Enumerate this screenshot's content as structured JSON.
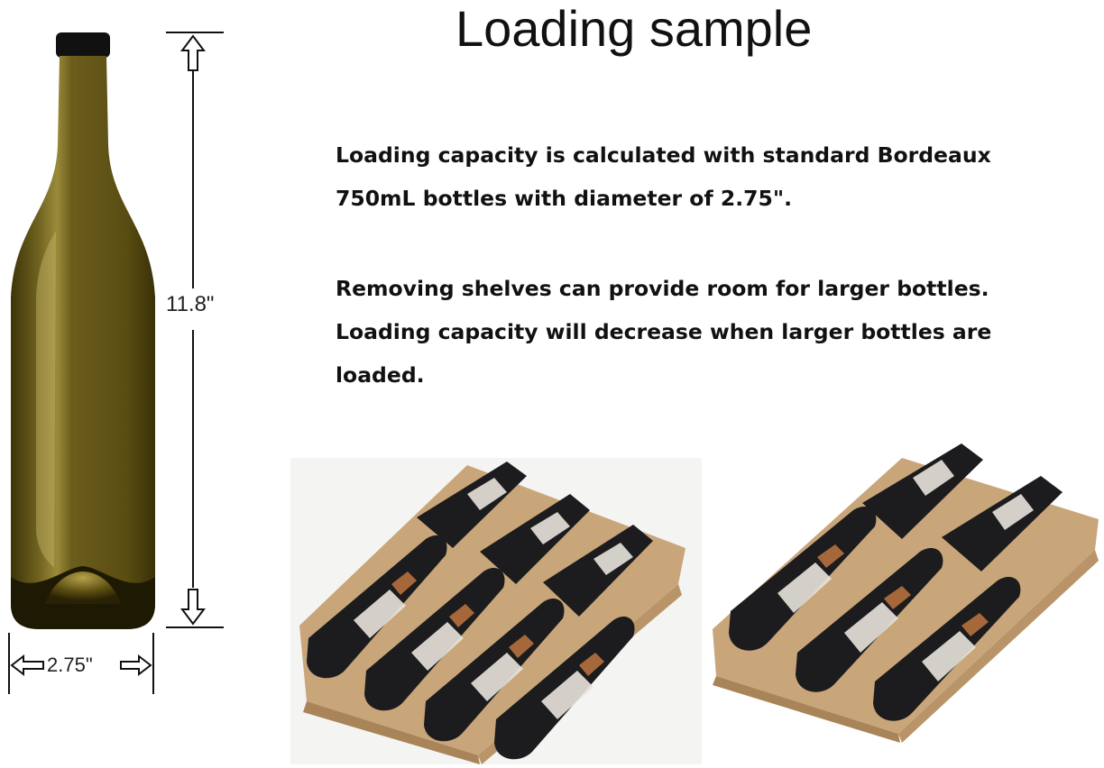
{
  "title": "Loading sample",
  "description": {
    "line1": "Loading capacity is calculated with standard Bordeaux",
    "line2": "750mL bottles with diameter of 2.75\".",
    "line3": "Removing shelves can provide room for larger bottles.",
    "line4": "Loading capacity will decrease when larger bottles are",
    "line5": "loaded."
  },
  "dimensions": {
    "height_label": "11.8\"",
    "width_label": "2.75\""
  },
  "colors": {
    "bottle_glass": "#6b5d1c",
    "wood": "#c9a57a",
    "dark_bottle": "#1c1c1e"
  },
  "icons": [
    "arrow-up-icon",
    "arrow-down-icon",
    "arrow-left-icon",
    "arrow-right-icon"
  ]
}
